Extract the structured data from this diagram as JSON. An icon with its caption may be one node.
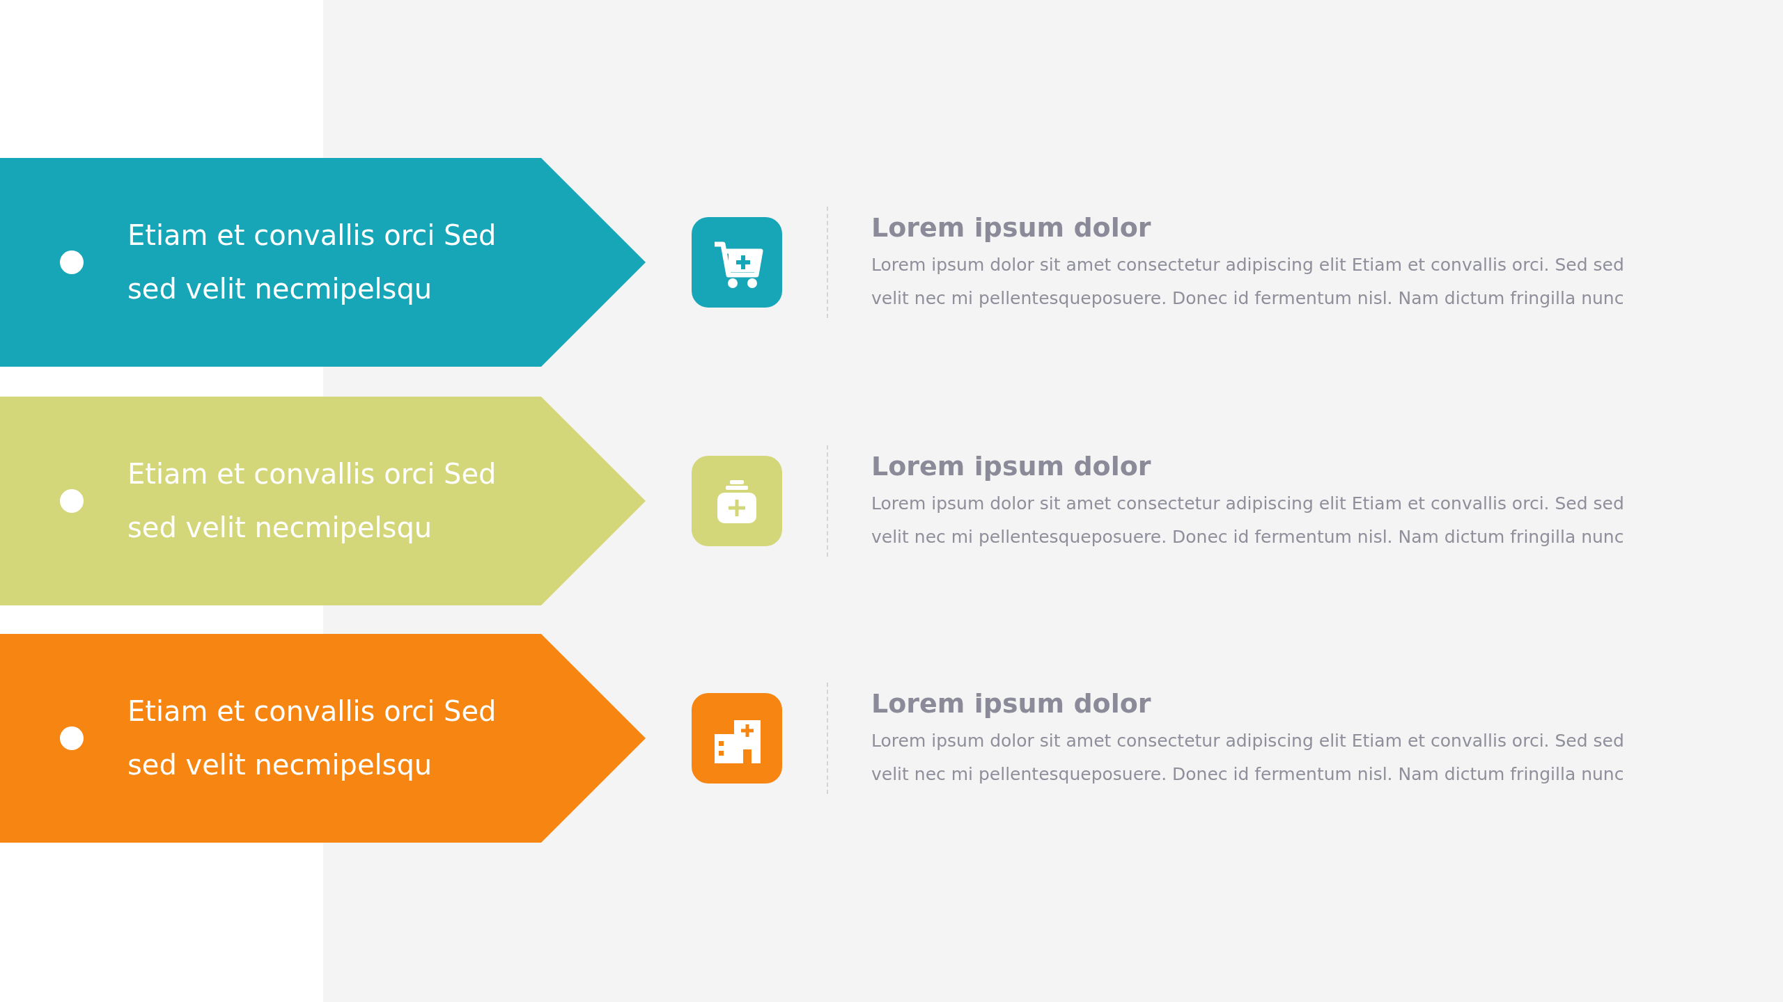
{
  "diagram": {
    "nodes": [
      {
        "text": [
          "Etiam et convallis orci Sed sed velit necmipelsqu"
        ]
      },
      {
        "text": [
          "Etiam et convallis orci Sed sed velit necmipelsqu"
        ]
      },
      {
        "text": [
          "Etiam et convallis orci Sed sed velit necmipelsqu"
        ]
      }
    ],
    "edges": [],
    "labels": [
      "Lorem ipsum dolor",
      "Lorem ipsum dolor sit amet consectetur adipiscing elit Etiam et convallis orci. Sed sed velit nec mi pellentesqueposuere. Donec id fermentum nisl. Nam dictum fringilla nunc",
      "Lorem ipsum dolor",
      "Lorem ipsum dolor sit amet consectetur adipiscing elit Etiam et convallis orci. Sed sed velit nec mi pellentesqueposuere. Donec id fermentum nisl. Nam dictum fringilla nunc",
      "Lorem ipsum dolor",
      "Lorem ipsum dolor sit amet consectetur adipiscing elit Etiam et convallis orci. Sed sed velit nec mi pellentesqueposuere. Donec id fermentum nisl. Nam dictum fringilla nunc"
    ]
  }
}
